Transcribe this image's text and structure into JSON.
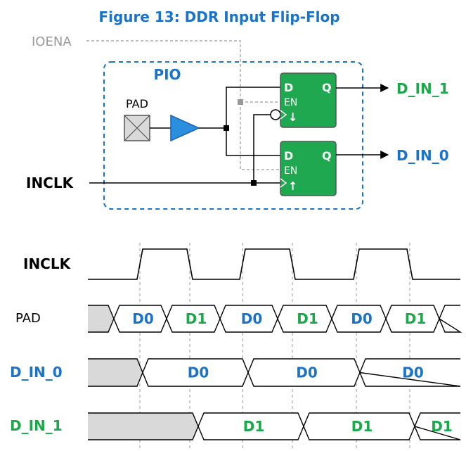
{
  "title": "Figure 13:  DDR Input Flip-Flop",
  "schematic": {
    "ioena_label": "IOENA",
    "pio_label": "PIO",
    "pad_label": "PAD",
    "inclk_label": "INCLK",
    "ff_d": "D",
    "ff_q": "Q",
    "ff_en": "EN",
    "ff_top_clk_glyph": "↓",
    "ff_bottom_clk_glyph": "↑",
    "out_top_label": "D_IN_1",
    "out_bottom_label": "D_IN_0"
  },
  "timing": {
    "inclk_label": "INCLK",
    "pad_label": "PAD",
    "d_in_0_label": "D_IN_0",
    "d_in_1_label": "D_IN_1",
    "pad_values": [
      "D0",
      "D1",
      "D0",
      "D1",
      "D0",
      "D1"
    ],
    "d_in_0_values": [
      "D0",
      "D0",
      "D0"
    ],
    "d_in_1_values": [
      "D1",
      "D1",
      "D1"
    ]
  },
  "colors": {
    "blue": "#1a73c8",
    "green": "#1aa84a",
    "ff_fill": "#1fa84f",
    "buffer_fill": "#2b8fe0",
    "gray": "#999999",
    "unknown_fill": "#d9d9d9"
  }
}
